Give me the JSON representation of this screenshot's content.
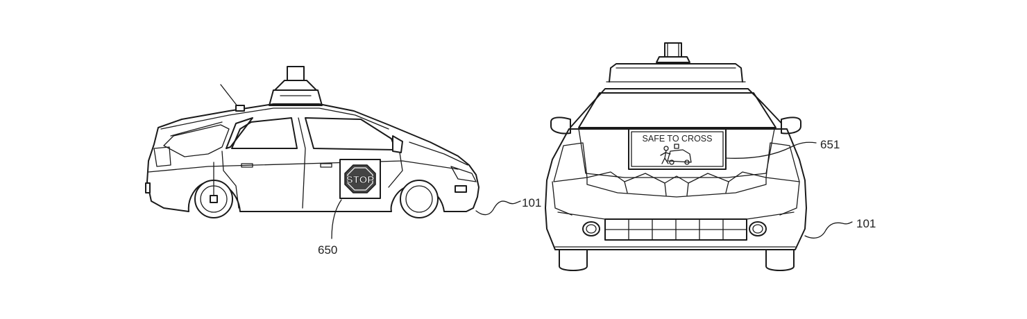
{
  "labels": {
    "side_sign": "650",
    "side_vehicle": "101",
    "front_display": "651",
    "front_vehicle": "101"
  },
  "side_display": {
    "stop_text": "STOP"
  },
  "front_display": {
    "message": "SAFE TO CROSS"
  }
}
